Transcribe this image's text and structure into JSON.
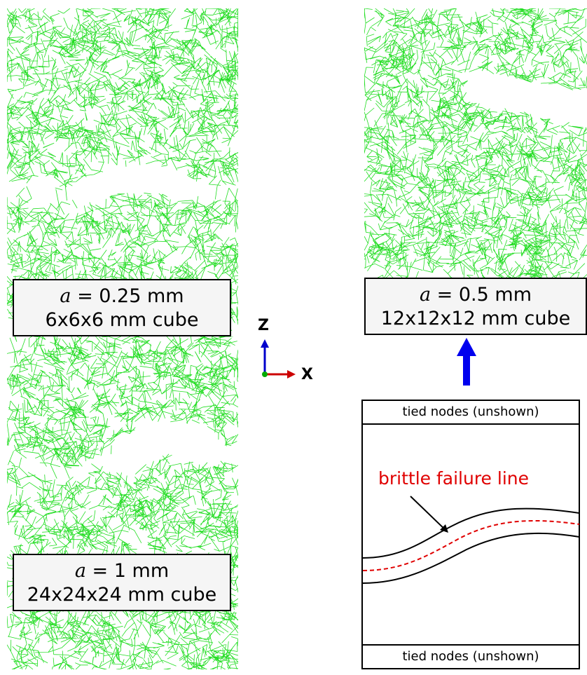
{
  "panels": [
    {
      "id": "top-left",
      "equation": "a = 0.25 mm",
      "a_var": "a",
      "a_rest": "= 0.25 mm",
      "size": "6x6x6 mm cube"
    },
    {
      "id": "top-right",
      "equation": "a = 0.5 mm",
      "a_var": "a",
      "a_rest": "= 0.5 mm",
      "size": "12x12x12 mm cube"
    },
    {
      "id": "bottom-left",
      "equation": "a = 1 mm",
      "a_var": "a",
      "a_rest": "= 1 mm",
      "size": "24x24x24 mm cube"
    }
  ],
  "axes": {
    "z_label": "Z",
    "x_label": "X"
  },
  "schematic": {
    "top_label": "tied nodes (unshown)",
    "bottom_label": "tied nodes (unshown)",
    "failure_label": "brittle failure line"
  },
  "colors": {
    "mesh": "#22dd22",
    "failure": "#e00000",
    "arrow": "#0000ee",
    "axis_x": "#cc0000",
    "axis_z": "#0000cc",
    "axis_y": "#00aa00"
  }
}
